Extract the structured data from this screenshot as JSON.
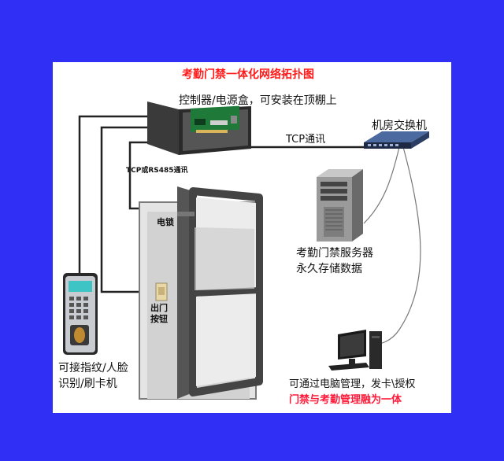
{
  "title": "考勤门禁一体化网络拓扑图",
  "labels": {
    "controller": "控制器/电源盒，可安装在顶棚上",
    "tcp": "TCP通讯",
    "switch": "机房交换机",
    "tcp485": "TCP或RS485通讯",
    "lock": "电锁",
    "server_line1": "考勤门禁服务器",
    "server_line2": "永久存储数据",
    "exit_btn_line1": "出门",
    "exit_btn_line2": "按钮",
    "reader_line1": "可接指纹/人脸",
    "reader_line2": "识别/刷卡机",
    "pc_line1": "可通过电脑管理，发卡\\授权",
    "pc_line2": "门禁与考勤管理融为一体"
  },
  "colors": {
    "background": "#2f2ff5",
    "title": "#ff1a1a",
    "highlight": "#ff1a3a"
  },
  "icons": [
    "controller-box-icon",
    "network-switch-icon",
    "server-tower-icon",
    "door-icon",
    "exit-button-icon",
    "fingerprint-reader-icon",
    "desktop-computer-icon"
  ]
}
